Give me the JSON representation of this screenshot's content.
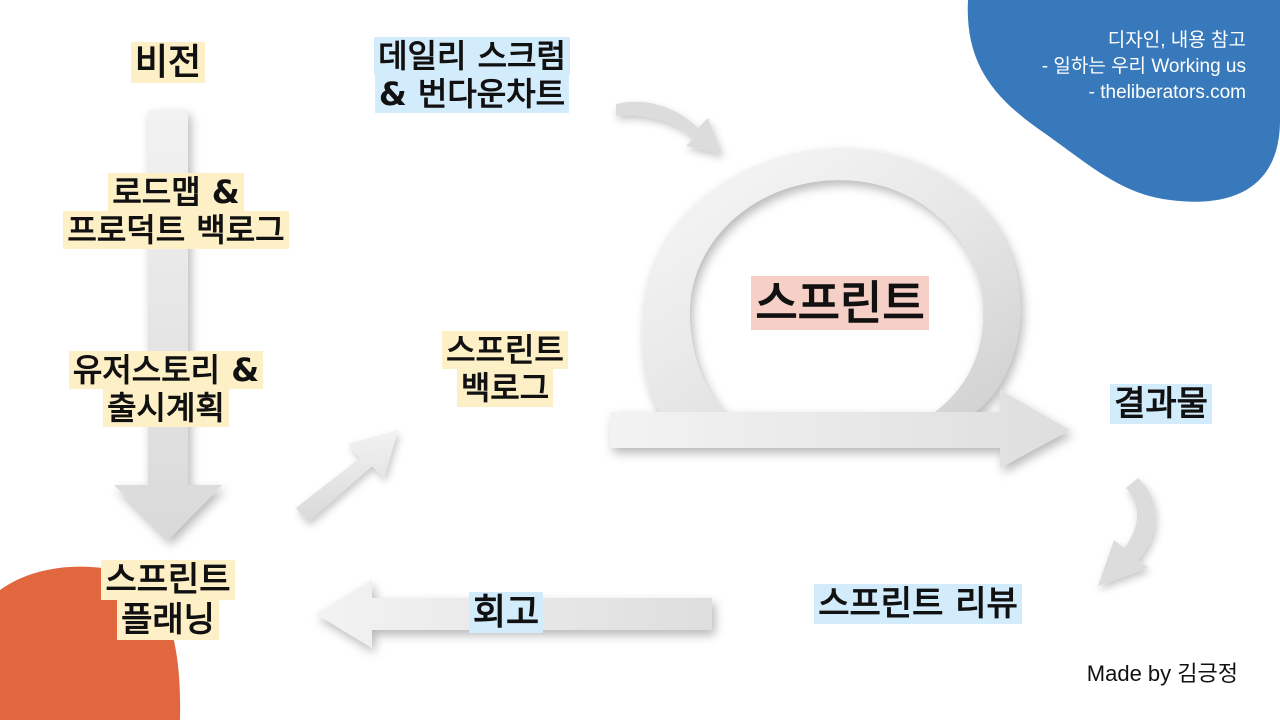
{
  "colors": {
    "blue_blob": "#3879bb",
    "orange_blob": "#e1673f",
    "highlight_yellow": "#fdefc6",
    "highlight_blue": "#d3ecfb",
    "highlight_pink": "#f6cfc6"
  },
  "labels": {
    "vision": "비전",
    "roadmap_line1": "로드맵 &",
    "roadmap_line2": "프로덕트 백로그",
    "userstory_line1": "유저스토리 &",
    "userstory_line2": "출시계획",
    "sprint_planning_line1": "스프린트",
    "sprint_planning_line2": "플래닝",
    "sprint_backlog_line1": "스프린트",
    "sprint_backlog_line2": "백로그",
    "daily_scrum_line1": "데일리 스크럼",
    "daily_scrum_line2": "& 번다운차트",
    "sprint": "스프린트",
    "result": "결과물",
    "sprint_review": "스프린트 리뷰",
    "retrospective": "회고"
  },
  "corner_note": {
    "line1": "디자인, 내용 참고",
    "line2": "- 일하는 우리 Working us",
    "line3": "- theliberators.com"
  },
  "credit": "Made by 김긍정",
  "icons": [
    "down-arrow-icon",
    "diagonal-arrow-icon",
    "curved-arrow-icon",
    "sprint-loop-icon",
    "left-arrow-icon"
  ]
}
